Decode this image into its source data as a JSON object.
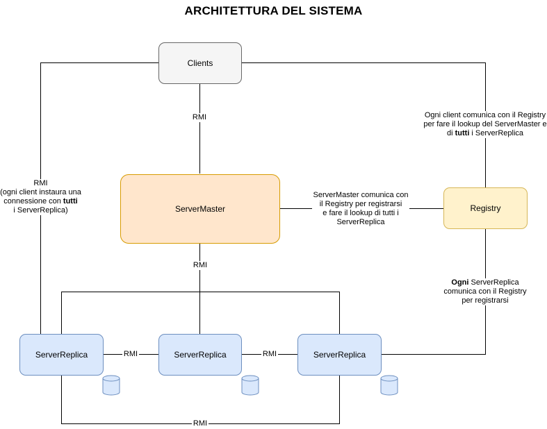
{
  "title": "ARCHITETTURA DEL SISTEMA",
  "nodes": {
    "clients": "Clients",
    "master": "ServerMaster",
    "registry": "Registry",
    "replica1": "ServerReplica",
    "replica2": "ServerReplica",
    "replica3": "ServerReplica"
  },
  "labels": {
    "clients_master": "RMI",
    "master_replicas": "RMI",
    "replica1_replica2": "RMI",
    "replica2_replica3": "RMI",
    "replica1_replica3": "RMI",
    "clients_replicas": {
      "line1": "RMI",
      "line2": "(ogni client instaura una",
      "line3_pre": "connessione con ",
      "line3_bold": "tutti",
      "line4": "i ServerReplica)"
    },
    "clients_registry": {
      "line1": "Ogni client comunica con il Registry",
      "line2": "per fare il lookup del ServerMaster e",
      "line3_pre": "di ",
      "line3_bold": "tutti",
      "line3_post": " i ServerReplica"
    },
    "master_registry": {
      "line1": "ServerMaster comunica con",
      "line2": "il Registry per registrarsi",
      "line3": "e fare il lookup di tutti i",
      "line4": "ServerReplica"
    },
    "replica_registry": {
      "line1_bold": "Ogni",
      "line1_post": " ServerReplica",
      "line2": "comunica con il Registry",
      "line3": "per registrarsi"
    }
  },
  "colors": {
    "clients_fill": "#f5f5f5",
    "clients_stroke": "#666666",
    "master_fill": "#ffe6cc",
    "master_stroke": "#d79b00",
    "registry_fill": "#fff2cc",
    "registry_stroke": "#d6b656",
    "replica_fill": "#dae8fc",
    "replica_stroke": "#6c8ebf"
  },
  "icons": [
    "database-icon",
    "database-icon",
    "database-icon"
  ]
}
